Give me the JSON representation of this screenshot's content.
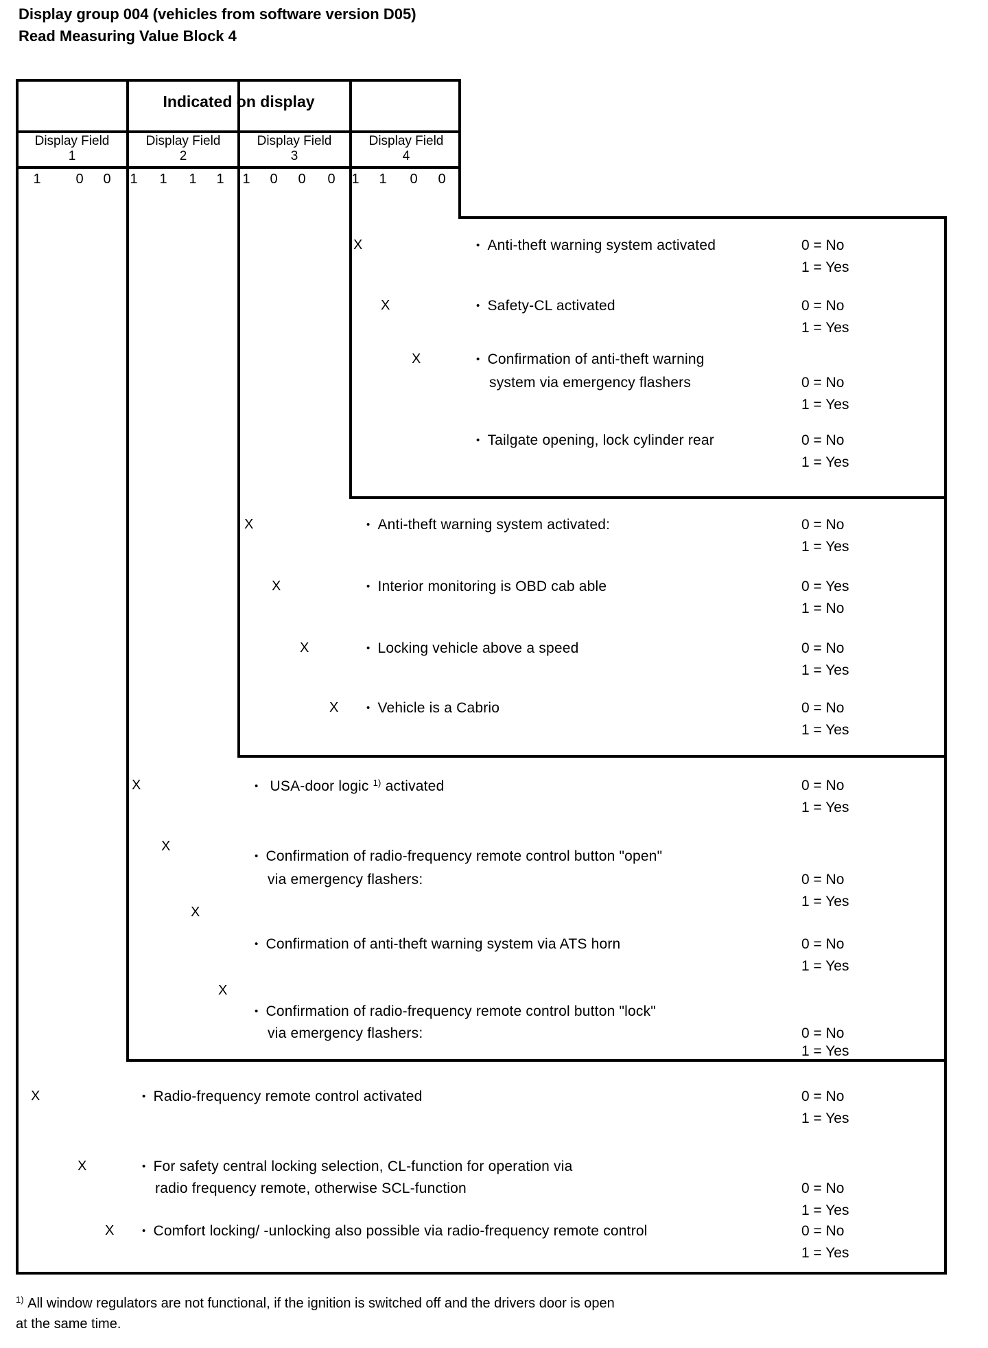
{
  "title": {
    "line1": "Display group 004 (vehicles from software version D05)",
    "line2": "Read Measuring Value Block 4"
  },
  "table": {
    "header": "Indicated on display",
    "fields": [
      {
        "label": "Display Field",
        "number": "1",
        "bits": [
          "1",
          "0",
          "0"
        ]
      },
      {
        "label": "Display Field",
        "number": "2",
        "bits": [
          "1",
          "1",
          "1",
          "1"
        ]
      },
      {
        "label": "Display Field",
        "number": "3",
        "bits": [
          "1",
          "0",
          "0",
          "0"
        ]
      },
      {
        "label": "Display Field",
        "number": "4",
        "bits": [
          "1",
          "1",
          "0",
          "0"
        ]
      }
    ]
  },
  "sections": {
    "field4": {
      "rows": [
        {
          "marker": "X",
          "lines": [
            "Anti-theft warning system activated"
          ],
          "values": [
            "0 = No",
            "1 = Yes"
          ]
        },
        {
          "marker": "X",
          "lines": [
            "Safety-CL activated"
          ],
          "values": [
            "0 = No",
            "1 = Yes"
          ]
        },
        {
          "marker": "X",
          "lines": [
            "Confirmation of anti-theft warning",
            "system via emergency flashers"
          ],
          "values": [
            "0 = No",
            "1 = Yes"
          ]
        },
        {
          "marker": "",
          "lines": [
            "Tailgate opening, lock cylinder rear"
          ],
          "values": [
            "0 = No",
            "1 = Yes"
          ]
        }
      ]
    },
    "field3": {
      "rows": [
        {
          "marker": "X",
          "lines": [
            "Anti-theft warning system activated:"
          ],
          "values": [
            "0 = No",
            "1 = Yes"
          ]
        },
        {
          "marker": "X",
          "lines": [
            "Interior monitoring is OBD cab able"
          ],
          "values": [
            "0 = Yes",
            "1 = No"
          ]
        },
        {
          "marker": "X",
          "lines": [
            "Locking vehicle above a speed"
          ],
          "values": [
            "0 = No",
            "1 = Yes"
          ]
        },
        {
          "marker": "X",
          "lines": [
            "Vehicle is a Cabrio"
          ],
          "values": [
            "0 = No",
            "1 = Yes"
          ]
        }
      ]
    },
    "field2": {
      "rows": [
        {
          "marker": "X",
          "pre": "USA-door logic",
          "sup": "1)",
          "post": "activated",
          "values": [
            "0 = No",
            "1 = Yes"
          ]
        },
        {
          "marker": "X",
          "lines": [
            "Confirmation of radio-frequency remote control button \"open\"",
            "via emergency flashers:"
          ],
          "values": [
            "0 = No",
            "1 = Yes"
          ]
        },
        {
          "marker": "X",
          "lines": [
            "Confirmation of anti-theft warning system via ATS horn"
          ],
          "values": [
            "0 = No",
            "1 = Yes"
          ]
        },
        {
          "marker": "X",
          "lines": [
            "Confirmation of radio-frequency remote control button \"lock\"",
            "via emergency flashers:"
          ],
          "values": [
            "0 = No",
            "1 = Yes"
          ]
        }
      ]
    },
    "field1": {
      "rows": [
        {
          "marker": "X",
          "lines": [
            "Radio-frequency remote control activated"
          ],
          "values": [
            "0 = No",
            "1 = Yes"
          ]
        },
        {
          "marker": "X",
          "lines": [
            "For safety central locking selection, CL-function for operation via",
            "radio frequency remote, otherwise SCL-function"
          ],
          "values": [
            "0 = No",
            "1 = Yes"
          ]
        },
        {
          "marker": "X",
          "lines": [
            "Comfort locking/ -unlocking also possible via radio-frequency remote control"
          ],
          "values": [
            "0 = No",
            "1 = Yes"
          ]
        }
      ]
    }
  },
  "footnote": {
    "sup": "1)",
    "line1": "All window regulators are not functional, if the ignition is switched off and the drivers door is open",
    "line2": "at the same time."
  }
}
